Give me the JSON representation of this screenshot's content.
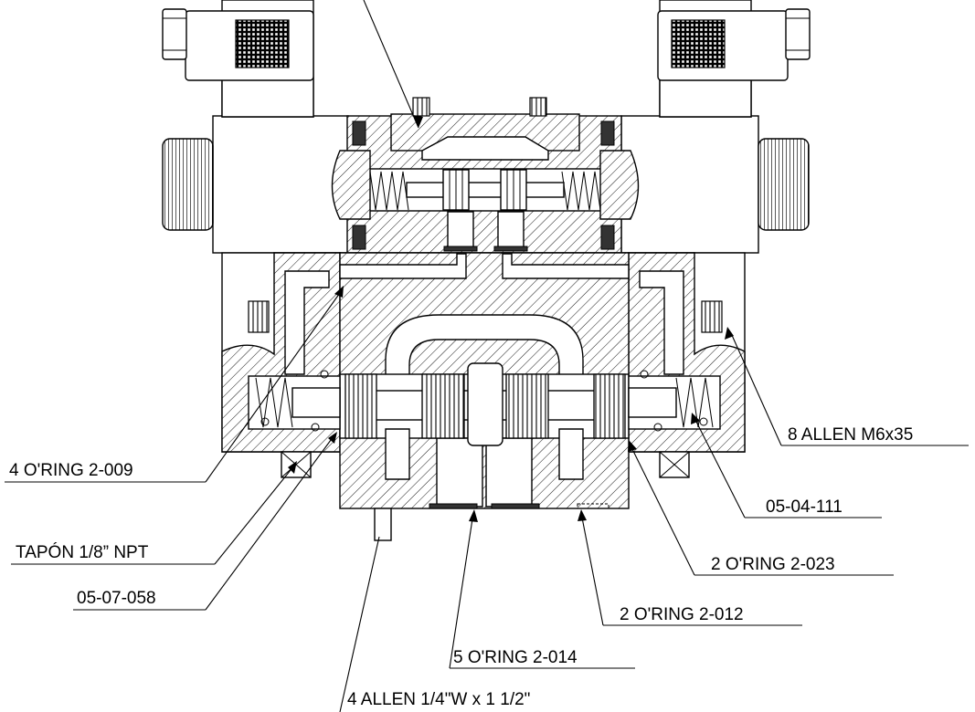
{
  "labels": {
    "allen_m6x35": "8 ALLEN M6x35",
    "oring_009": "4 O'RING 2-009",
    "part_05_04_111": "05-04-111",
    "tapon_npt": "TAPÓN 1/8” NPT",
    "oring_023": "2 O'RING 2-023",
    "part_05_07_058": "05-07-058",
    "oring_012": "2 O'RING 2-012",
    "oring_014": "5 O'RING 2-014",
    "allen_quarter": "4 ALLEN 1/4\"W x 1 1/2\""
  }
}
